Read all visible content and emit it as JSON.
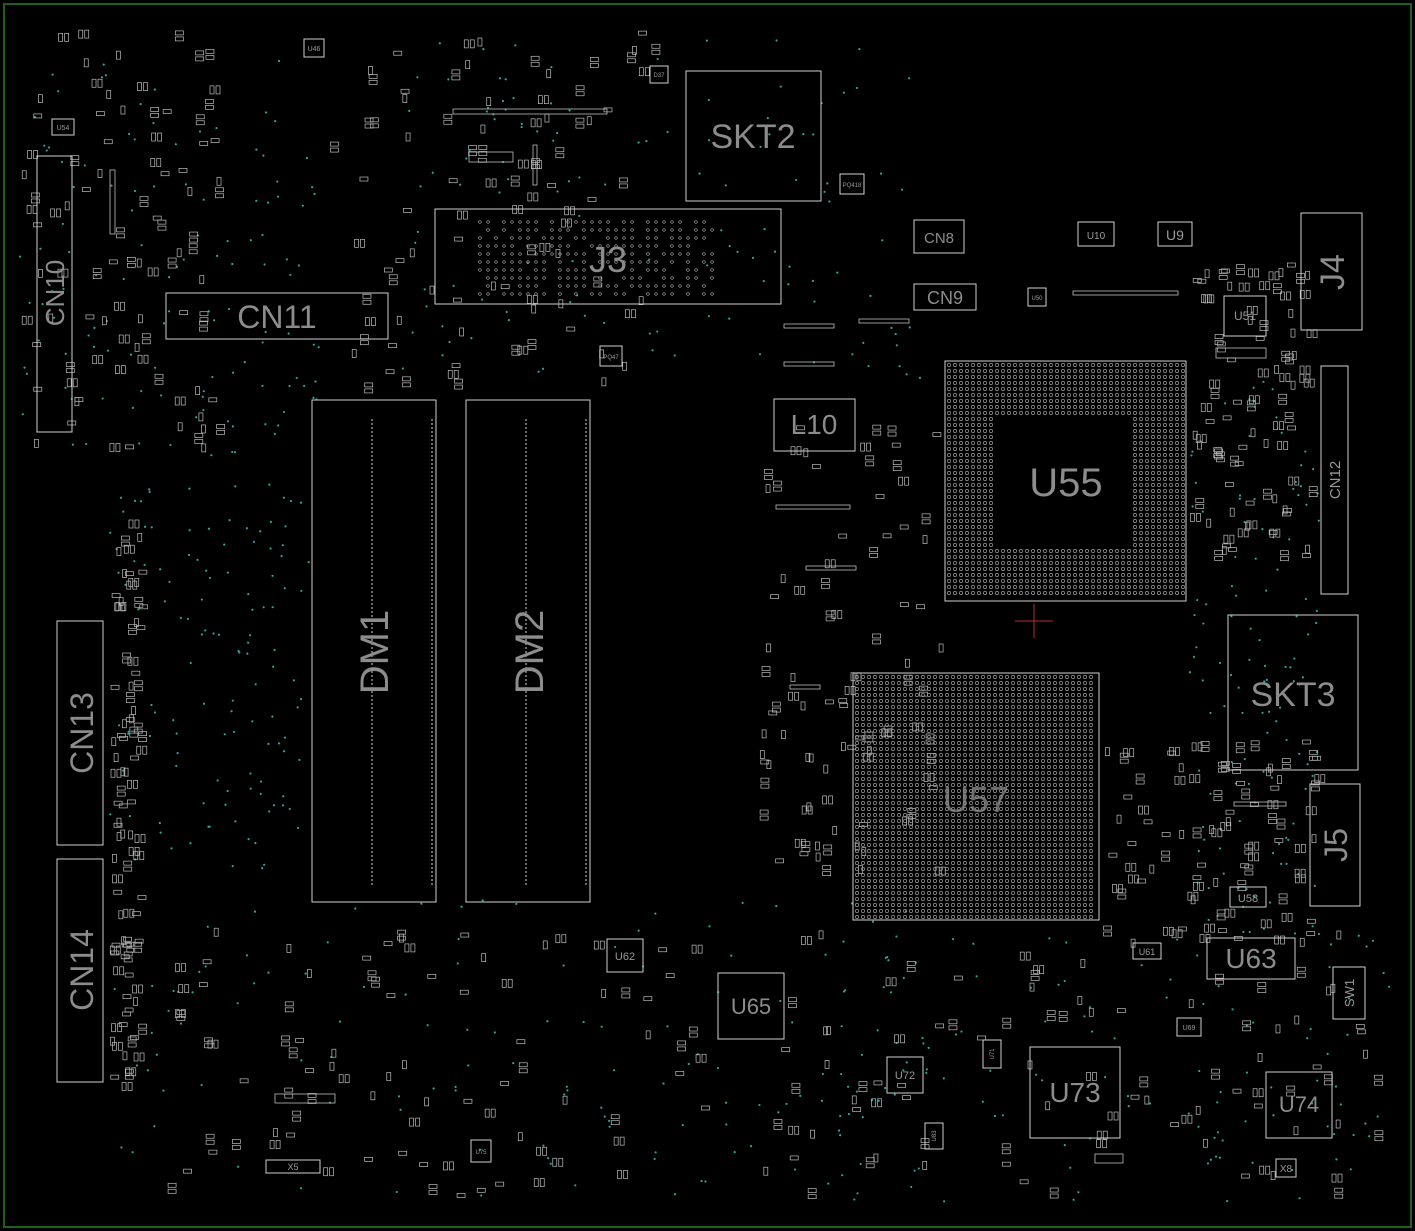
{
  "board": {
    "colors": {
      "background": "#000000",
      "border": "#1f5f1f",
      "silk": "#cfcfcf",
      "label": "#8c8c8c",
      "via": "#2aa6a0"
    },
    "labels": {
      "skt2": "SKT2",
      "j3": "J3",
      "cn10": "CN10",
      "cn11": "CN11",
      "cn8": "CN8",
      "cn9": "CN9",
      "j4": "J4",
      "u51": "U51",
      "u9": "U9",
      "u10": "U10",
      "u50": "U50",
      "l10": "L10",
      "u55": "U55",
      "cn12": "CN12",
      "skt3": "SKT3",
      "dm1": "DM1",
      "dm2": "DM2",
      "cn13": "CN13",
      "cn14": "CN14",
      "u57": "U57",
      "j5": "J5",
      "u58": "U58",
      "u63": "U63",
      "u61": "U61",
      "sw1": "SW1",
      "u62": "U62",
      "u65": "U65",
      "u72": "U72",
      "u73": "U73",
      "u74": "U74",
      "x5": "X5",
      "x8": "X8",
      "u46": "U46",
      "u54": "U54",
      "d37": "D37",
      "pq418": "PQ418",
      "pq47": "PQ47",
      "u69": "U69",
      "u71": "U71",
      "u83": "U83",
      "u75": "U75"
    }
  }
}
